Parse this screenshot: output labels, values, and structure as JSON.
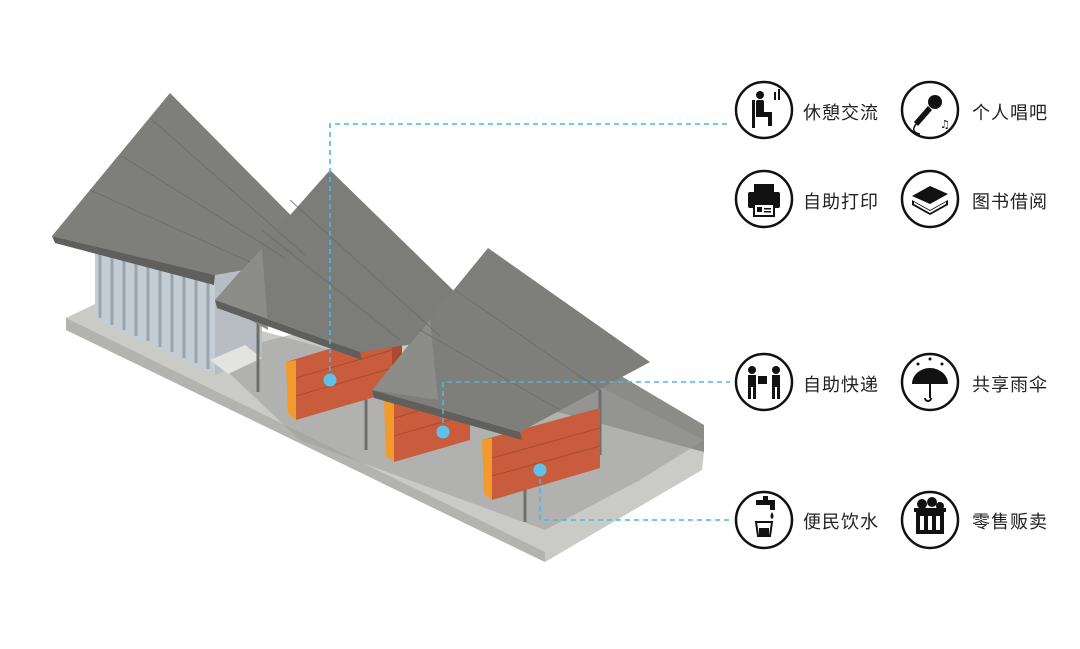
{
  "diagram": {
    "features": [
      {
        "id": "rest",
        "label": "休憩交流",
        "icon": "seated-person-icon"
      },
      {
        "id": "karaoke",
        "label": "个人唱吧",
        "icon": "microphone-icon"
      },
      {
        "id": "print",
        "label": "自助打印",
        "icon": "printer-icon"
      },
      {
        "id": "books",
        "label": "图书借阅",
        "icon": "books-icon"
      },
      {
        "id": "delivery",
        "label": "自助快递",
        "icon": "courier-delivery-icon"
      },
      {
        "id": "umbrella",
        "label": "共享雨伞",
        "icon": "umbrella-rain-icon"
      },
      {
        "id": "water",
        "label": "便民饮水",
        "icon": "water-tap-icon"
      },
      {
        "id": "vending",
        "label": "零售贩卖",
        "icon": "vending-cart-icon"
      }
    ],
    "colors": {
      "roof": "#7d7e7a",
      "roof_dark": "#686966",
      "wall_brick": "#c65a3b",
      "wall_edge": "#f29a2c",
      "ground": "#c9c9c6",
      "shadow": "#8a8a87",
      "leader": "#4bb7e0",
      "marker": "#5ec1ea",
      "icon_ring": "#111111"
    }
  }
}
